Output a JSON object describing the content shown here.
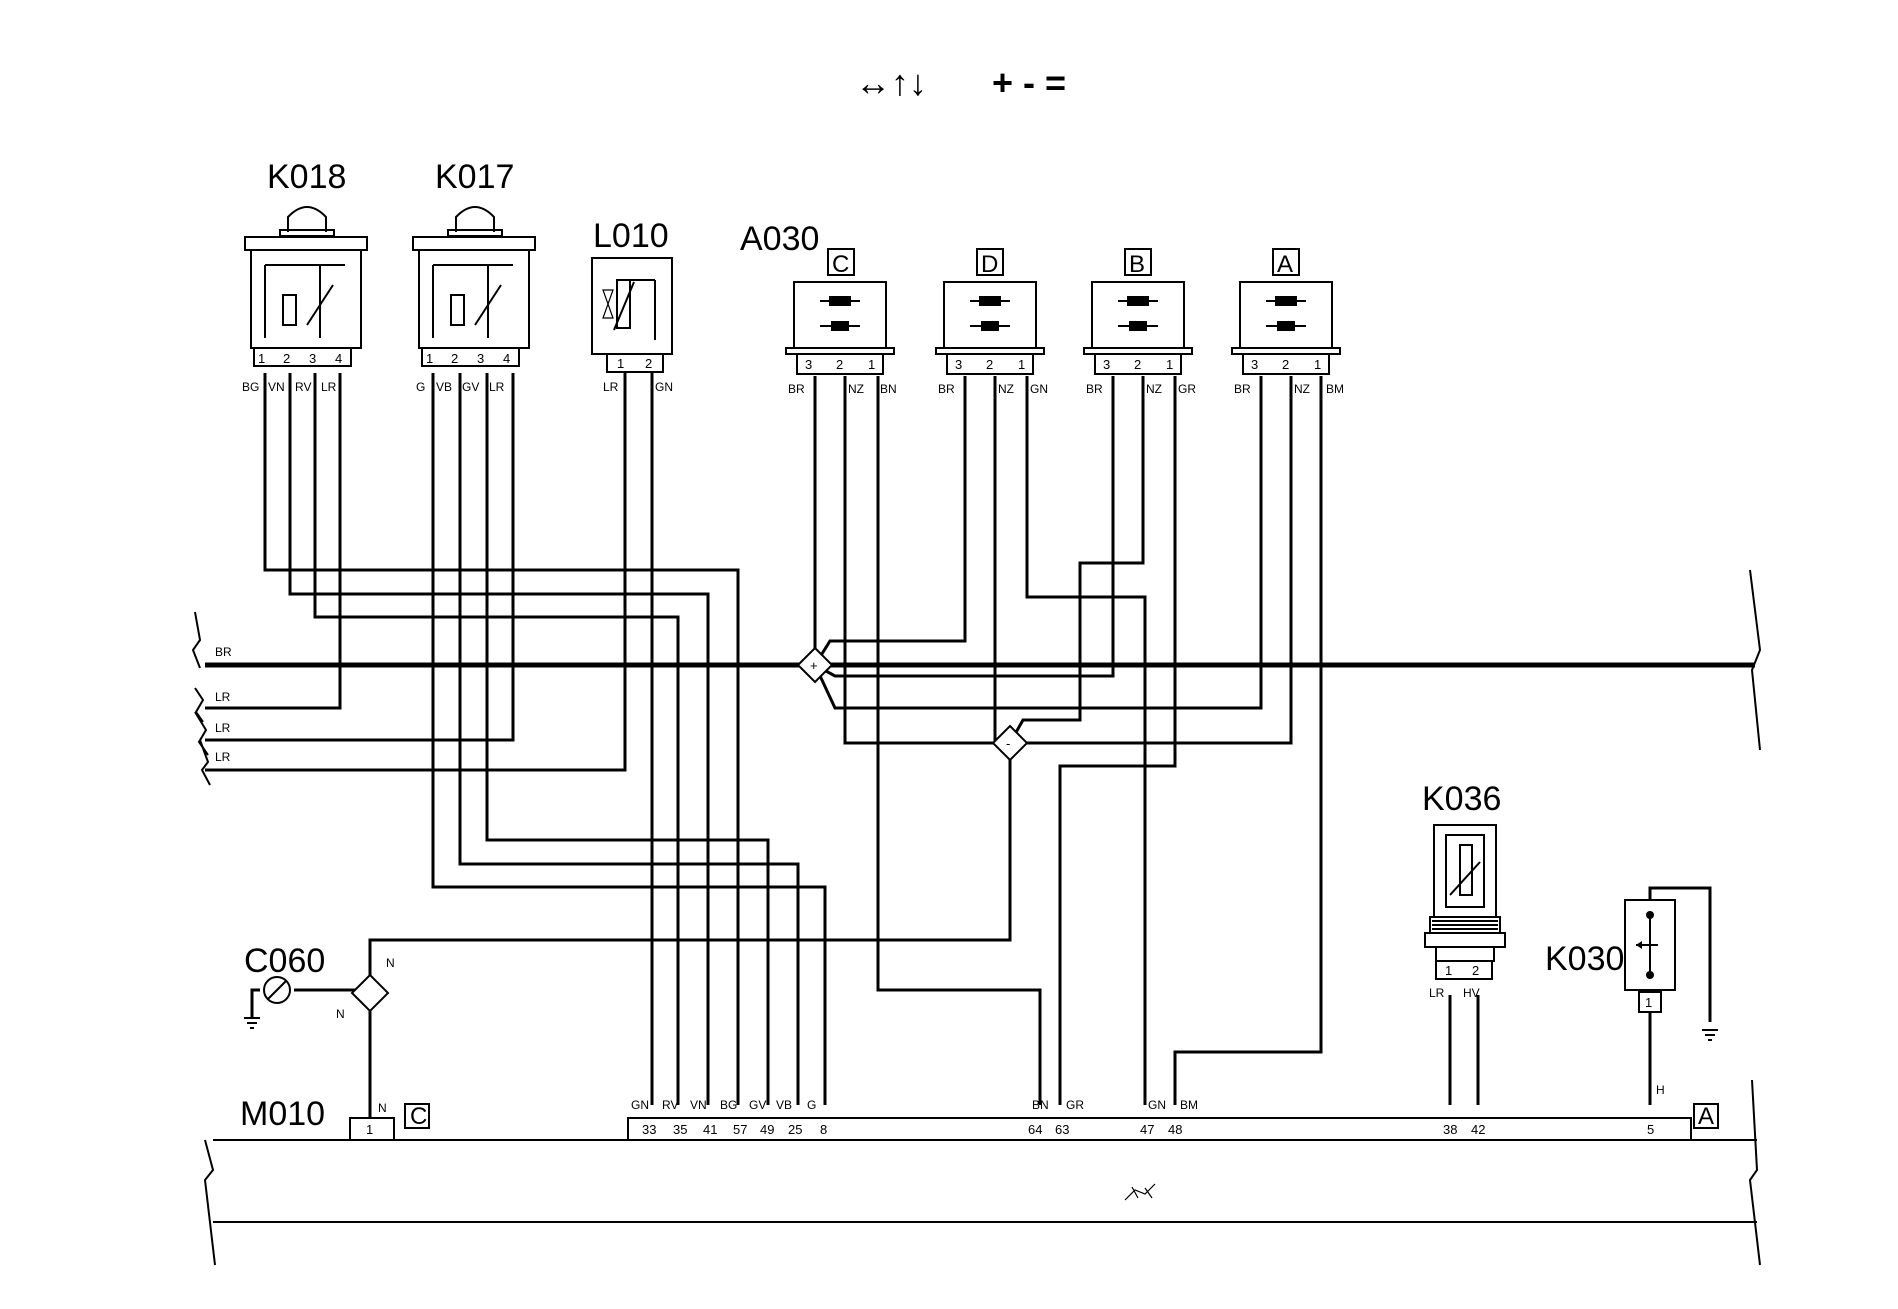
{
  "legend_symbols": {
    "arrows": "↔↑↓",
    "signs": "+ - ="
  },
  "components": {
    "K018": {
      "label": "K018",
      "pins": [
        "1",
        "2",
        "3",
        "4"
      ],
      "wires": [
        "BG",
        "VN",
        "RV",
        "LR"
      ]
    },
    "K017": {
      "label": "K017",
      "pins": [
        "1",
        "2",
        "3",
        "4"
      ],
      "wires": [
        "G",
        "VB",
        "GV",
        "LR"
      ]
    },
    "L010": {
      "label": "L010",
      "pins": [
        "1",
        "2"
      ],
      "wires": [
        "LR",
        "GN"
      ]
    },
    "A030": {
      "label": "A030",
      "connectors": [
        {
          "letter": "C",
          "pins": [
            "3",
            "2",
            "1"
          ],
          "wires": [
            "BR",
            "NZ",
            "BN"
          ]
        },
        {
          "letter": "D",
          "pins": [
            "3",
            "2",
            "1"
          ],
          "wires": [
            "BR",
            "NZ",
            "GN"
          ]
        },
        {
          "letter": "B",
          "pins": [
            "3",
            "2",
            "1"
          ],
          "wires": [
            "BR",
            "NZ",
            "GR"
          ]
        },
        {
          "letter": "A",
          "pins": [
            "3",
            "2",
            "1"
          ],
          "wires": [
            "BR",
            "NZ",
            "BM"
          ]
        }
      ]
    },
    "K036": {
      "label": "K036",
      "pins": [
        "1",
        "2"
      ],
      "wires": [
        "LR",
        "HV"
      ]
    },
    "K030": {
      "label": "K030",
      "pin": "1",
      "wire": "H"
    },
    "C060": {
      "label": "C060",
      "wire": "N"
    },
    "M010": {
      "label": "M010"
    }
  },
  "left_lines": [
    "BR",
    "LR",
    "LR",
    "LR"
  ],
  "nodes": {
    "plus": "+",
    "minus": "-",
    "ground_node": "N"
  },
  "m010_connectors": {
    "C": {
      "letter": "C",
      "pins": [
        "1"
      ],
      "wires": [
        "N"
      ]
    },
    "main": {
      "pins": [
        "33",
        "35",
        "41",
        "57",
        "49",
        "25",
        "8",
        "64",
        "63",
        "47",
        "48",
        "38",
        "42",
        "5"
      ],
      "wires": [
        "GN",
        "RV",
        "VN",
        "BG",
        "GV",
        "VB",
        "G",
        "BN",
        "GR",
        "GN",
        "BM",
        "",
        "",
        ""
      ]
    },
    "A": {
      "letter": "A"
    }
  }
}
